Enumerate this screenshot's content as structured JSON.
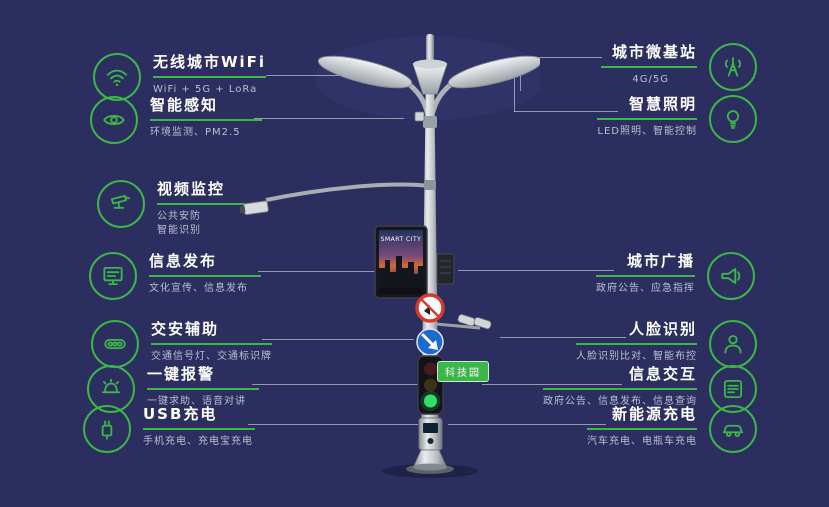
{
  "colors": {
    "background": "#2c2e5f",
    "accent": "#3cb54a",
    "title": "#ffffff",
    "subtitle": "#bcbfd2"
  },
  "left_items": [
    {
      "icon": "wifi-icon",
      "title": "无线城市WiFi",
      "subtitle": "WiFi + 5G + LoRa"
    },
    {
      "icon": "eye-sensor-icon",
      "title": "智能感知",
      "subtitle": "环境监测、PM2.5"
    },
    {
      "icon": "cctv-camera-icon",
      "title": "视频监控",
      "subtitle": "公共安防",
      "subtitle2": "智能识别"
    },
    {
      "icon": "billboard-icon",
      "title": "信息发布",
      "subtitle": "文化宣传、信息发布"
    },
    {
      "icon": "traffic-signal-icon",
      "title": "交安辅助",
      "subtitle": "交通信号灯、交通标识牌"
    },
    {
      "icon": "alarm-icon",
      "title": "一键报警",
      "subtitle": "一键求助、语音对讲"
    },
    {
      "icon": "usb-plug-icon",
      "title": "USB充电",
      "subtitle": "手机充电、充电宝充电"
    }
  ],
  "right_items": [
    {
      "icon": "antenna-tower-icon",
      "title": "城市微基站",
      "subtitle": "4G/5G"
    },
    {
      "icon": "lightbulb-icon",
      "title": "智慧照明",
      "subtitle": "LED照明、智能控制"
    },
    {
      "icon": "megaphone-icon",
      "title": "城市广播",
      "subtitle": "政府公告、应急指挥"
    },
    {
      "icon": "person-icon",
      "title": "人脸识别",
      "subtitle": "人脸识别比对、智能布控"
    },
    {
      "icon": "list-icon",
      "title": "信息交互",
      "subtitle": "政府公告、信息发布、信息查询"
    },
    {
      "icon": "ev-car-icon",
      "title": "新能源充电",
      "subtitle": "汽车充电、电瓶车充电"
    }
  ],
  "pole": {
    "screen_text": "SMART CITY",
    "badge": "科技园"
  }
}
